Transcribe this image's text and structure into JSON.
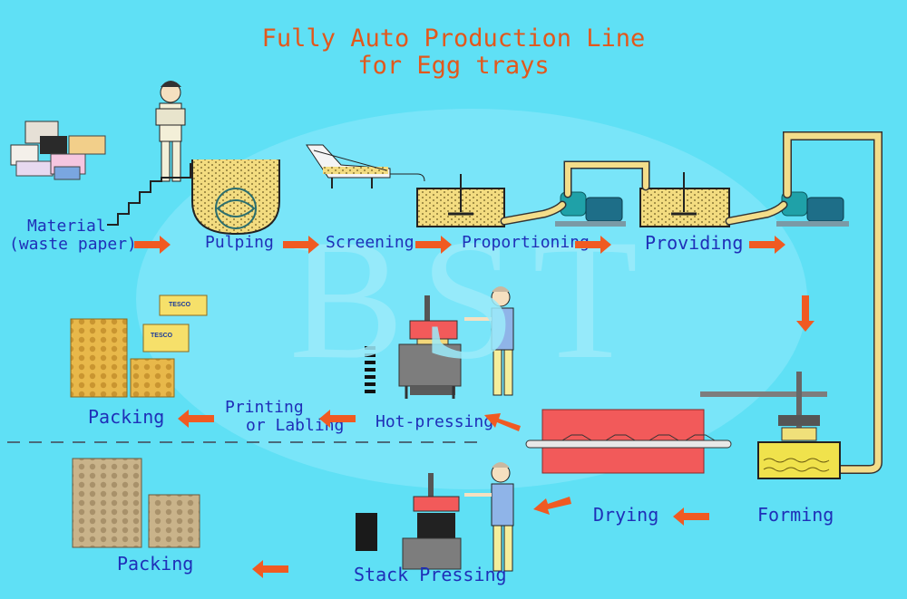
{
  "title": {
    "line1": "Fully Auto Production Line",
    "line2": "for Egg trays"
  },
  "watermark": "BST",
  "steps": {
    "material": {
      "line1": "Material",
      "line2": "(waste paper)"
    },
    "pulping": "Pulping",
    "screening": "Screening",
    "proportioning": "Proportioning",
    "providing": "Providing",
    "forming": "Forming",
    "drying": "Drying",
    "hot_pressing": "Hot-pressing",
    "printing": {
      "line1": "Printing",
      "line2": "or Labling"
    },
    "packing_top": "Packing",
    "stack_pressing": "Stack Pressing",
    "packing_bottom": "Packing"
  },
  "product_label": "TESCO",
  "colors": {
    "background": "#5fe0f5",
    "title": "#e2581c",
    "label": "#1f2fb8",
    "arrow": "#f05a22",
    "pulp": "#f0d67a",
    "pipe": "#f3dd8a",
    "dryer": "#f25a5a",
    "watermark": "#8ee9fb"
  }
}
